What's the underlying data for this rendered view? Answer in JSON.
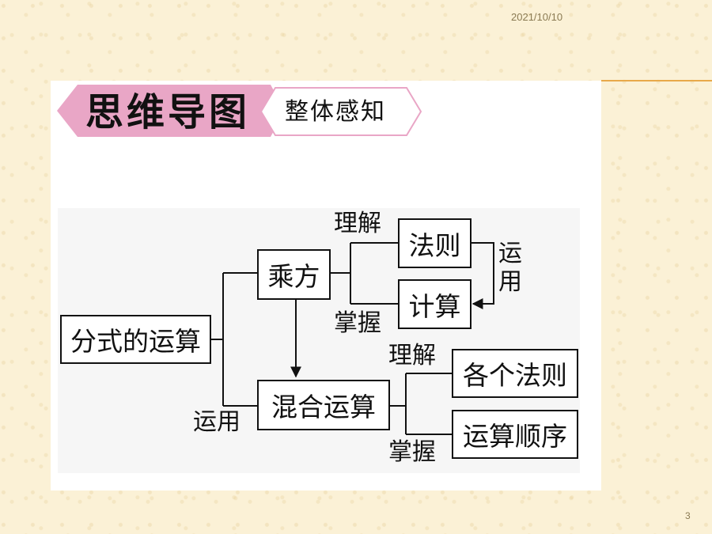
{
  "slide": {
    "date": "2021/10/10",
    "page_number": "3"
  },
  "banner": {
    "title": "思维导图",
    "subtitle": "整体感知"
  },
  "diagram": {
    "root": "分式的运算",
    "nodes": {
      "power": "乘方",
      "rule": "法则",
      "compute": "计算",
      "mixed": "混合运算",
      "each_rule": "各个法则",
      "order": "运算顺序"
    },
    "labels": {
      "understand_1": "理解",
      "master_1": "掌握",
      "apply_right": "运用",
      "apply_left": "运用",
      "understand_2": "理解",
      "master_2": "掌握"
    }
  }
}
